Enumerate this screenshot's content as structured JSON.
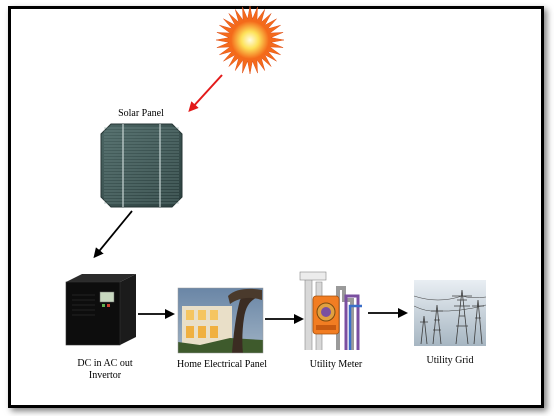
{
  "labels": {
    "solar_panel": "Solar Panel",
    "inverter_line1": "DC in AC out",
    "inverter_line2": "Invertor",
    "home_panel": "Home Electrical Panel",
    "utility_meter": "Utility Meter",
    "utility_grid": "Utility Grid"
  },
  "colors": {
    "sun_outer": "#f46a1a",
    "sun_inner": "#fde25a",
    "sun_arrow": "#e31a1a",
    "arrow": "#000000",
    "panel": "#3a5452",
    "inverter": "#111111",
    "meter": "#f27d22"
  }
}
